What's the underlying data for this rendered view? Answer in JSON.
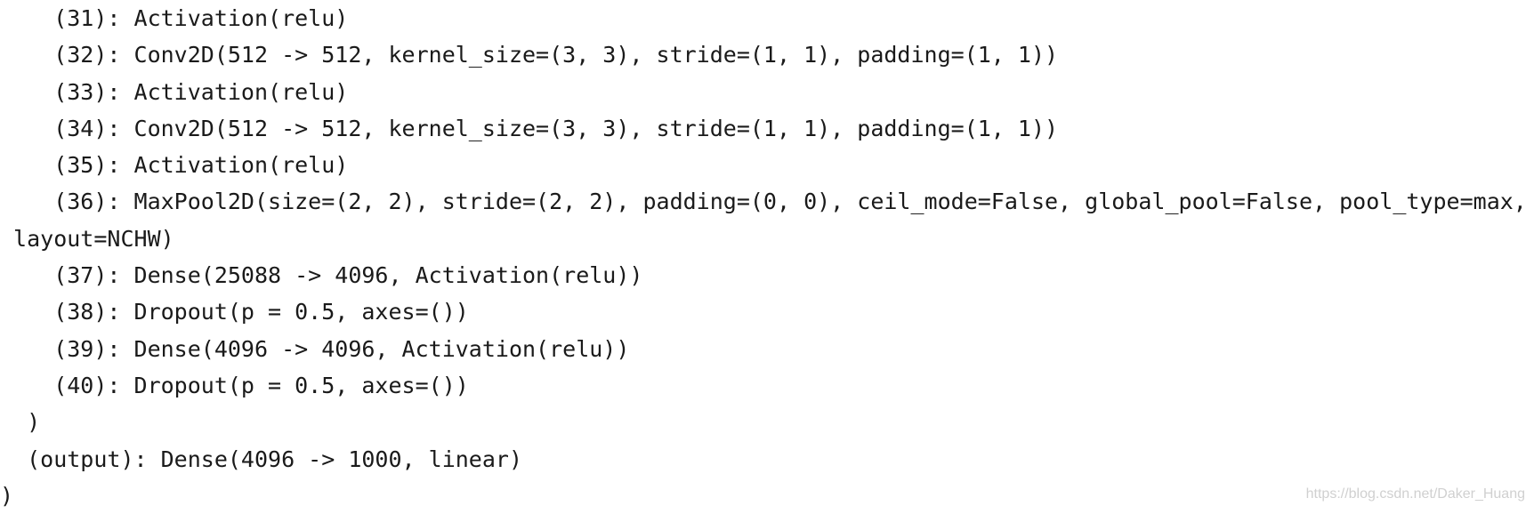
{
  "console": {
    "lines": [
      "    (31): Activation(relu)",
      "    (32): Conv2D(512 -> 512, kernel_size=(3, 3), stride=(1, 1), padding=(1, 1))",
      "    (33): Activation(relu)",
      "    (34): Conv2D(512 -> 512, kernel_size=(3, 3), stride=(1, 1), padding=(1, 1))",
      "    (35): Activation(relu)",
      "    (36): MaxPool2D(size=(2, 2), stride=(2, 2), padding=(0, 0), ceil_mode=False, global_pool=False, pool_type=max,",
      " layout=NCHW)",
      "    (37): Dense(25088 -> 4096, Activation(relu))",
      "    (38): Dropout(p = 0.5, axes=())",
      "    (39): Dense(4096 -> 4096, Activation(relu))",
      "    (40): Dropout(p = 0.5, axes=())",
      "  )",
      "  (output): Dense(4096 -> 1000, linear)",
      ")"
    ]
  },
  "watermark": {
    "text": "https://blog.csdn.net/Daker_Huang"
  }
}
